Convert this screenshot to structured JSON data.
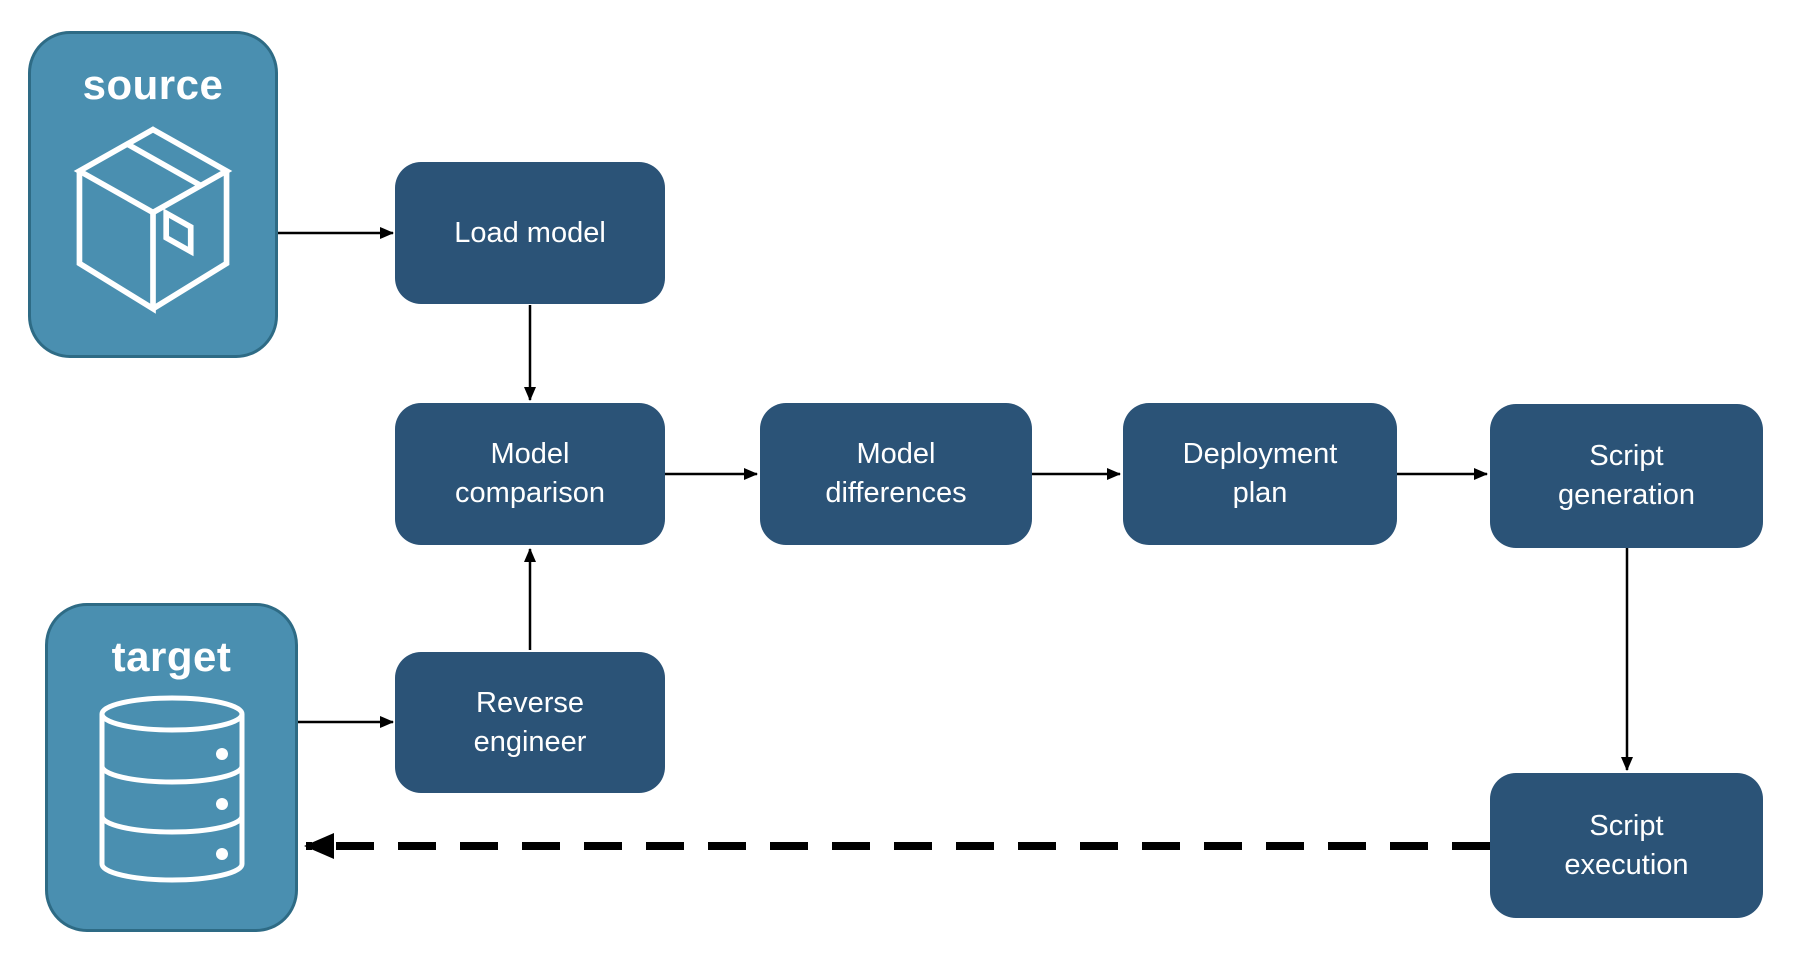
{
  "diagram": {
    "endpoints": {
      "source": {
        "label": "source",
        "icon": "package-icon"
      },
      "target": {
        "label": "target",
        "icon": "database-icon"
      }
    },
    "nodes": {
      "load_model": {
        "label": "Load model"
      },
      "model_comparison": {
        "label": "Model\ncomparison"
      },
      "model_differences": {
        "label": "Model\ndifferences"
      },
      "deployment_plan": {
        "label": "Deployment\nplan"
      },
      "script_generation": {
        "label": "Script\ngeneration"
      },
      "reverse_engineer": {
        "label": "Reverse\nengineer"
      },
      "script_execution": {
        "label": "Script\nexecution"
      }
    },
    "edges": [
      {
        "from": "source",
        "to": "load_model",
        "style": "solid"
      },
      {
        "from": "load_model",
        "to": "model_comparison",
        "style": "solid"
      },
      {
        "from": "target",
        "to": "reverse_engineer",
        "style": "solid"
      },
      {
        "from": "reverse_engineer",
        "to": "model_comparison",
        "style": "solid"
      },
      {
        "from": "model_comparison",
        "to": "model_differences",
        "style": "solid"
      },
      {
        "from": "model_differences",
        "to": "deployment_plan",
        "style": "solid"
      },
      {
        "from": "deployment_plan",
        "to": "script_generation",
        "style": "solid"
      },
      {
        "from": "script_generation",
        "to": "script_execution",
        "style": "solid"
      },
      {
        "from": "script_execution",
        "to": "target",
        "style": "dashed"
      }
    ],
    "colors": {
      "node_fill": "#2B5377",
      "endpoint_fill": "#4A8FB0",
      "endpoint_border": "#2E6B85",
      "arrow": "#000000",
      "label_text": "#FFFFFF",
      "background": "#FFFFFF"
    }
  }
}
